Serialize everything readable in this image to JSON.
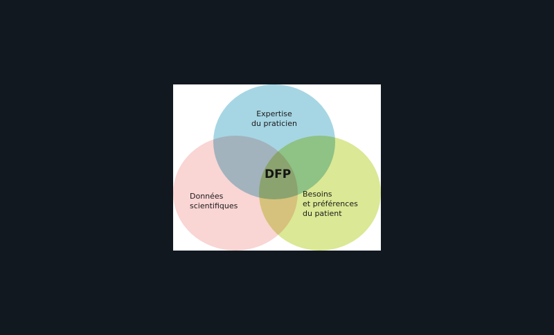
{
  "diagram": {
    "circles": [
      {
        "id": "expertise",
        "label_lines": [
          "Expertise",
          "du praticien"
        ],
        "color": "#a6d6e4"
      },
      {
        "id": "donnees",
        "label_lines": [
          "Données",
          "scientifiques"
        ],
        "color": "#f9d5d4"
      },
      {
        "id": "besoins",
        "label_lines": [
          "Besoins",
          "et préférences",
          "du patient"
        ],
        "color": "#dbe895"
      }
    ],
    "center_label": "DFP"
  }
}
